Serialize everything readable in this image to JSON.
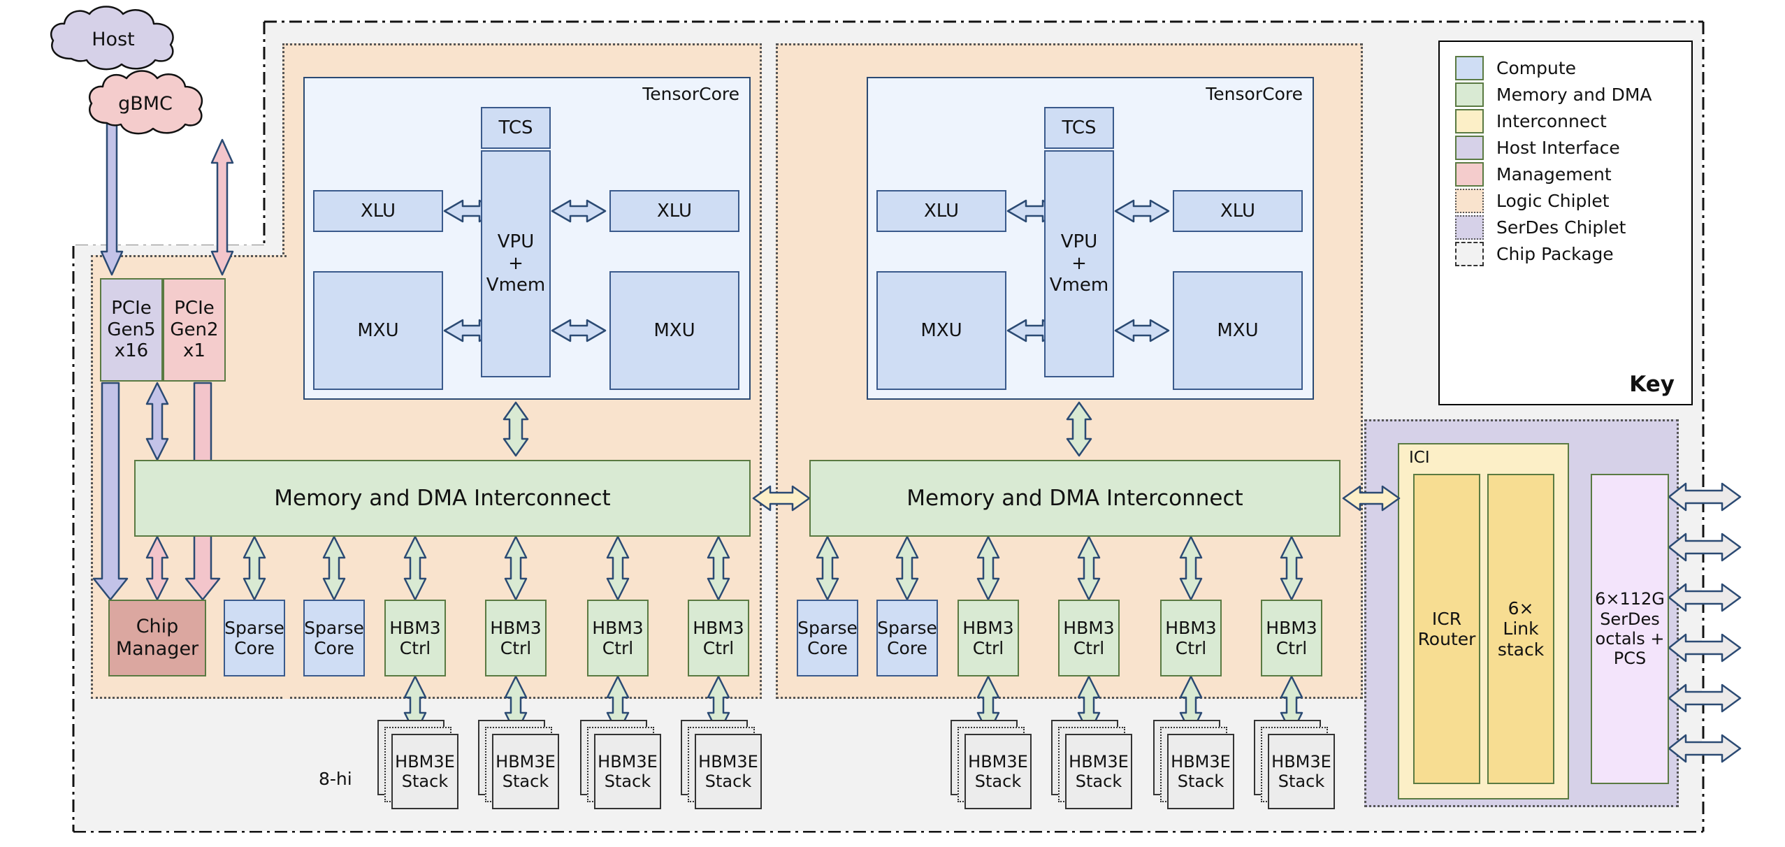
{
  "diagram": {
    "title": "TPU chip package block diagram",
    "labels": {
      "host": "Host",
      "gbmc": "gBMC",
      "eight_hi": "8-hi",
      "tensorcore": "TensorCore",
      "ici": "ICI",
      "memory_dma_interconnect": "Memory and DMA Interconnect"
    },
    "host_interface": [
      {
        "name": "pcie-gen5",
        "lines": [
          "PCIe",
          "Gen5",
          "x16"
        ],
        "color": "#d6d1e8"
      },
      {
        "name": "pcie-gen2",
        "lines": [
          "PCIe",
          "Gen2",
          "x1"
        ],
        "color": "#f4cccc"
      }
    ],
    "tensorcore_blocks": {
      "tcs": "TCS",
      "vpu": [
        "VPU",
        "+",
        "Vmem"
      ],
      "xlu": "XLU",
      "mxu": "MXU"
    },
    "bottom_row_left": [
      {
        "label": "Chip\nManager",
        "lines": [
          "Chip",
          "Manager"
        ],
        "kind": "management"
      },
      {
        "label": "Sparse Core",
        "lines": [
          "Sparse",
          "Core"
        ],
        "kind": "compute"
      },
      {
        "label": "Sparse Core",
        "lines": [
          "Sparse",
          "Core"
        ],
        "kind": "compute"
      },
      {
        "label": "HBM3 Ctrl",
        "lines": [
          "HBM3",
          "Ctrl"
        ],
        "kind": "memory"
      },
      {
        "label": "HBM3 Ctrl",
        "lines": [
          "HBM3",
          "Ctrl"
        ],
        "kind": "memory"
      },
      {
        "label": "HBM3 Ctrl",
        "lines": [
          "HBM3",
          "Ctrl"
        ],
        "kind": "memory"
      },
      {
        "label": "HBM3 Ctrl",
        "lines": [
          "HBM3",
          "Ctrl"
        ],
        "kind": "memory"
      }
    ],
    "bottom_row_right": [
      {
        "label": "Sparse Core",
        "lines": [
          "Sparse",
          "Core"
        ],
        "kind": "compute"
      },
      {
        "label": "Sparse Core",
        "lines": [
          "Sparse",
          "Core"
        ],
        "kind": "compute"
      },
      {
        "label": "HBM3 Ctrl",
        "lines": [
          "HBM3",
          "Ctrl"
        ],
        "kind": "memory"
      },
      {
        "label": "HBM3 Ctrl",
        "lines": [
          "HBM3",
          "Ctrl"
        ],
        "kind": "memory"
      },
      {
        "label": "HBM3 Ctrl",
        "lines": [
          "HBM3",
          "Ctrl"
        ],
        "kind": "memory"
      },
      {
        "label": "HBM3 Ctrl",
        "lines": [
          "HBM3",
          "Ctrl"
        ],
        "kind": "memory"
      }
    ],
    "hbm_stacks_left": [
      "HBM3E Stack",
      "HBM3E Stack",
      "HBM3E Stack",
      "HBM3E Stack"
    ],
    "hbm_stacks_right": [
      "HBM3E Stack",
      "HBM3E Stack",
      "HBM3E Stack",
      "HBM3E Stack"
    ],
    "hbm_stack_lines": [
      "HBM3E",
      "Stack"
    ],
    "ici_blocks": [
      {
        "lines": [
          "ICR",
          "Router"
        ]
      },
      {
        "lines": [
          "6×",
          "Link",
          "stack"
        ]
      }
    ],
    "serdes_block": {
      "lines": [
        "6×112G",
        "SerDes",
        "octals +",
        "PCS"
      ]
    },
    "serdes_link_count": 6
  },
  "key": {
    "title": "Key",
    "items": [
      {
        "label": "Compute",
        "color": "#cfddf4",
        "style": "solid"
      },
      {
        "label": "Memory and DMA",
        "color": "#d9ead3",
        "style": "solid"
      },
      {
        "label": "Interconnect",
        "color": "#fcefc7",
        "style": "solid"
      },
      {
        "label": "Host Interface",
        "color": "#d6d1e8",
        "style": "solid"
      },
      {
        "label": "Management",
        "color": "#f4cccc",
        "style": "solid"
      },
      {
        "label": "Logic Chiplet",
        "color": "#f9e3cd",
        "style": "dotted"
      },
      {
        "label": "SerDes Chiplet",
        "color": "#d6d1e8",
        "style": "dotted"
      },
      {
        "label": "Chip Package",
        "color": "#f2f2f2",
        "style": "dashed"
      }
    ]
  }
}
